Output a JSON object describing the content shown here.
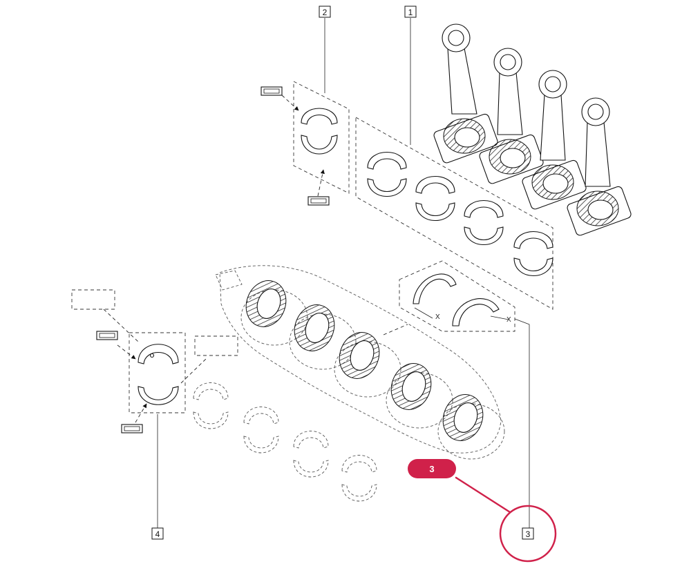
{
  "callouts": [
    {
      "id": "1",
      "label": "1"
    },
    {
      "id": "2",
      "label": "2"
    },
    {
      "id": "3",
      "label": "3"
    },
    {
      "id": "4",
      "label": "4"
    }
  ],
  "highlight": {
    "label": "3",
    "color": "#d0214a"
  },
  "dimension_marks": {
    "left": "X",
    "right": "X"
  }
}
